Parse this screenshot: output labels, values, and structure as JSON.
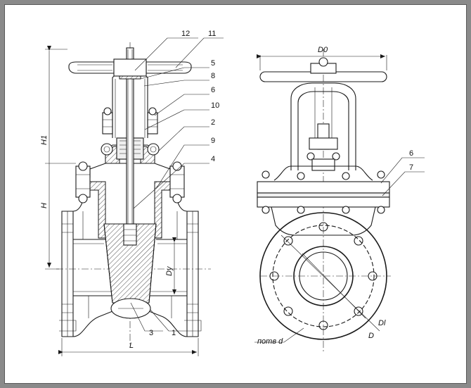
{
  "left_view": {
    "callouts": [
      "12",
      "11",
      "5",
      "8",
      "6",
      "10",
      "2",
      "9",
      "4",
      "3",
      "1"
    ],
    "dimensions": {
      "h1": "H1",
      "h": "H",
      "dy": "Dy",
      "l": "L"
    }
  },
  "right_view": {
    "callouts": [
      "6",
      "7"
    ],
    "dimensions": {
      "d0": "D0",
      "dl": "Dl",
      "d": "D",
      "hole": "потв d"
    }
  }
}
